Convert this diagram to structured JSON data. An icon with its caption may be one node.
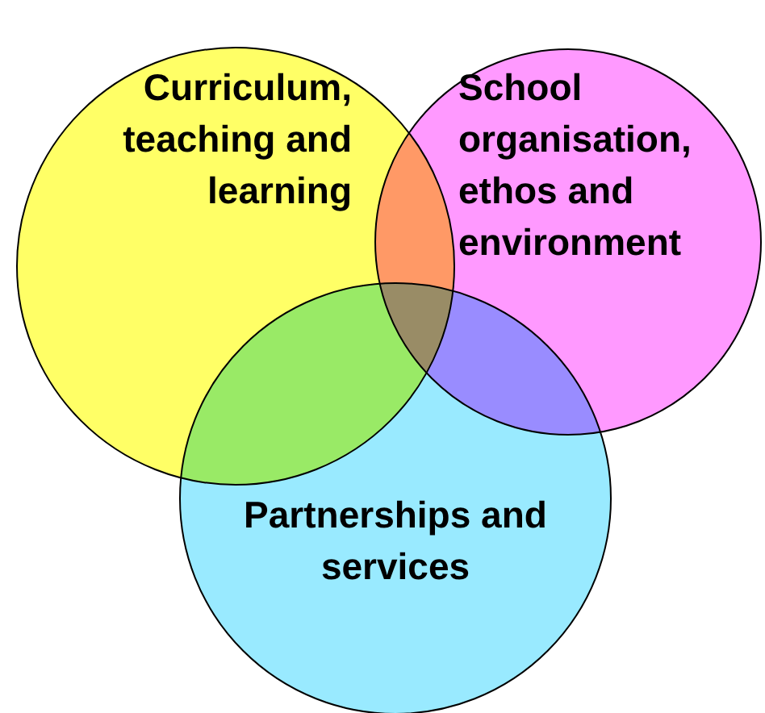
{
  "diagram": {
    "nodes": [
      {
        "text": [
          "Curriculum, teaching and learning"
        ]
      },
      {
        "text": [
          "School organisation, ethos and environment"
        ]
      },
      {
        "text": [
          "Partnerships and services"
        ]
      }
    ]
  }
}
